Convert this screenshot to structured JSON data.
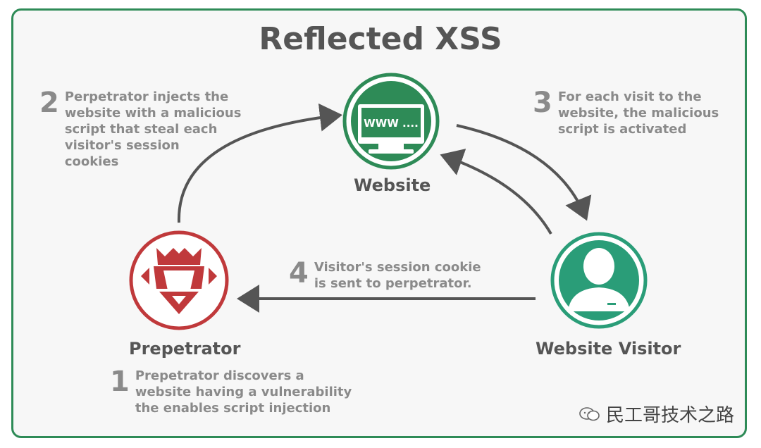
{
  "title": "Reflected XSS",
  "nodes": {
    "website": {
      "label": "Website",
      "screen_text": "WWW ...."
    },
    "perpetrator": {
      "label": "Prepetrator"
    },
    "visitor": {
      "label": "Website Visitor"
    }
  },
  "steps": [
    {
      "num": "1",
      "text": "Prepetrator discovers a\nwebsite having a vulnerability\nthe enables script injection"
    },
    {
      "num": "2",
      "text": "Perpetrator injects the\nwebsite with a malicious\nscript that steal each\nvisitor's session\ncookies"
    },
    {
      "num": "3",
      "text": "For each visit to the\nwebsite, the malicious\nscript is activated"
    },
    {
      "num": "4",
      "text": "Visitor's session cookie\nis sent to perpetrator."
    }
  ],
  "watermark": {
    "text": "民工哥技术之路"
  },
  "colors": {
    "green": "#2e8b57",
    "teal": "#2a9d78",
    "red": "#c0393b",
    "text": "#555555",
    "step_text": "#8a8a8a",
    "arrow": "#555555"
  }
}
